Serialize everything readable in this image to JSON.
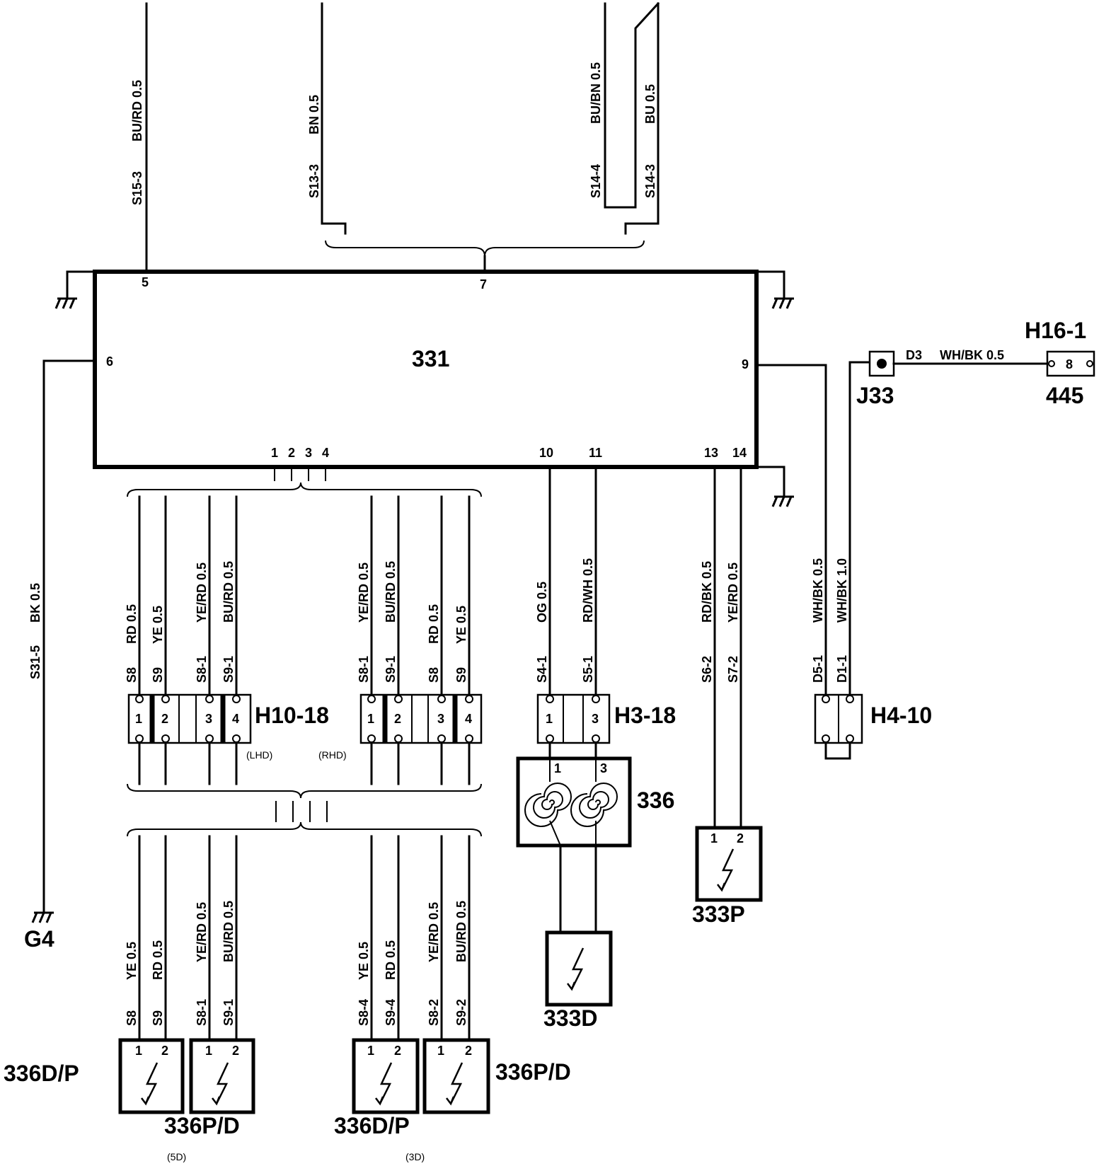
{
  "ecu": {
    "label": "331",
    "pins": [
      "5",
      "7",
      "6",
      "9",
      "1",
      "2",
      "3",
      "4",
      "10",
      "11",
      "13",
      "14"
    ]
  },
  "wires_top": [
    {
      "pos": "S15-3",
      "color": "BU/RD 0.5"
    },
    {
      "pos": "S13-3",
      "color": "BN 0.5"
    },
    {
      "pos": "S14-4",
      "color": "BU/BN 0.5"
    },
    {
      "pos": "S14-3",
      "color": "BU 0.5"
    }
  ],
  "ground": {
    "wire_pos": "S31-5",
    "wire_color": "BK 0.5",
    "label": "G4"
  },
  "j33": {
    "label": "J33",
    "wire_pos": "D3",
    "wire_color": "WH/BK 0.5",
    "connector_label": "H16-1",
    "connector_pin": "8",
    "component": "445"
  },
  "h10": {
    "label": "H10-18",
    "lhd_note": "(LHD)",
    "rhd_note": "(RHD)",
    "pins": [
      "1",
      "2",
      "3",
      "4"
    ],
    "wires_lhd": [
      {
        "pos": "S8",
        "color": "RD 0.5"
      },
      {
        "pos": "S9",
        "color": "YE 0.5"
      },
      {
        "pos": "S8-1",
        "color": "YE/RD 0.5"
      },
      {
        "pos": "S9-1",
        "color": "BU/RD 0.5"
      }
    ],
    "wires_rhd": [
      {
        "pos": "S8-1",
        "color": "YE/RD 0.5"
      },
      {
        "pos": "S9-1",
        "color": "BU/RD 0.5"
      },
      {
        "pos": "S8",
        "color": "RD 0.5"
      },
      {
        "pos": "S9",
        "color": "YE 0.5"
      }
    ]
  },
  "h3": {
    "label": "H3-18",
    "pins": [
      "1",
      "3"
    ],
    "wires": [
      {
        "pos": "S4-1",
        "color": "OG 0.5"
      },
      {
        "pos": "S5-1",
        "color": "RD/WH 0.5"
      }
    ]
  },
  "c336": {
    "label": "336",
    "pins": [
      "1",
      "3"
    ]
  },
  "c333d": {
    "label": "333D"
  },
  "c333p": {
    "label": "333P",
    "pins": [
      "1",
      "2"
    ],
    "wires": [
      {
        "pos": "S6-2",
        "color": "RD/BK 0.5"
      },
      {
        "pos": "S7-2",
        "color": "YE/RD 0.5"
      }
    ]
  },
  "h4": {
    "label": "H4-10",
    "wires": [
      {
        "pos": "D5-1",
        "color": "WH/BK 0.5"
      },
      {
        "pos": "D1-1",
        "color": "WH/BK 1.0"
      }
    ]
  },
  "bottom_5d": {
    "note": "(5D)",
    "left_label": "336D/P",
    "right_label": "336P/D",
    "pins": [
      "1",
      "2",
      "1",
      "2"
    ],
    "wires": [
      {
        "pos": "S8",
        "color": "YE 0.5"
      },
      {
        "pos": "S9",
        "color": "RD 0.5"
      },
      {
        "pos": "S8-1",
        "color": "YE/RD 0.5"
      },
      {
        "pos": "S9-1",
        "color": "BU/RD 0.5"
      }
    ]
  },
  "bottom_3d": {
    "note": "(3D)",
    "left_label": "336D/P",
    "right_label": "336P/D",
    "pins": [
      "1",
      "2",
      "1",
      "2"
    ],
    "wires": [
      {
        "pos": "S8-4",
        "color": "YE 0.5"
      },
      {
        "pos": "S9-4",
        "color": "RD 0.5"
      },
      {
        "pos": "S8-2",
        "color": "YE/RD 0.5"
      },
      {
        "pos": "S9-2",
        "color": "BU/RD 0.5"
      }
    ]
  }
}
